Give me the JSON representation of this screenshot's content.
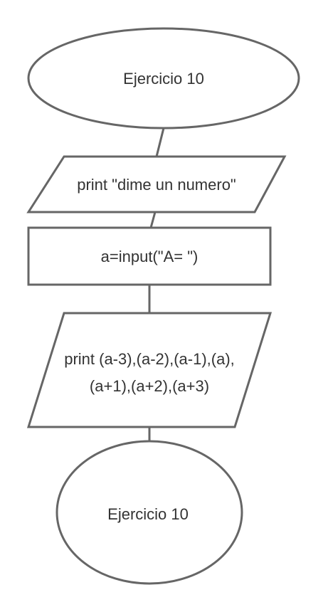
{
  "diagram": {
    "start": {
      "label": "Ejercicio 10"
    },
    "output_prompt": {
      "label": "print \"dime un numero\""
    },
    "input_step": {
      "label": "a=input(\"A= \")"
    },
    "output_result": {
      "line1": "print (a-3),(a-2),(a-1),(a),",
      "line2": "(a+1),(a+2),(a+3)"
    },
    "end": {
      "label": "Ejercicio 10"
    }
  }
}
